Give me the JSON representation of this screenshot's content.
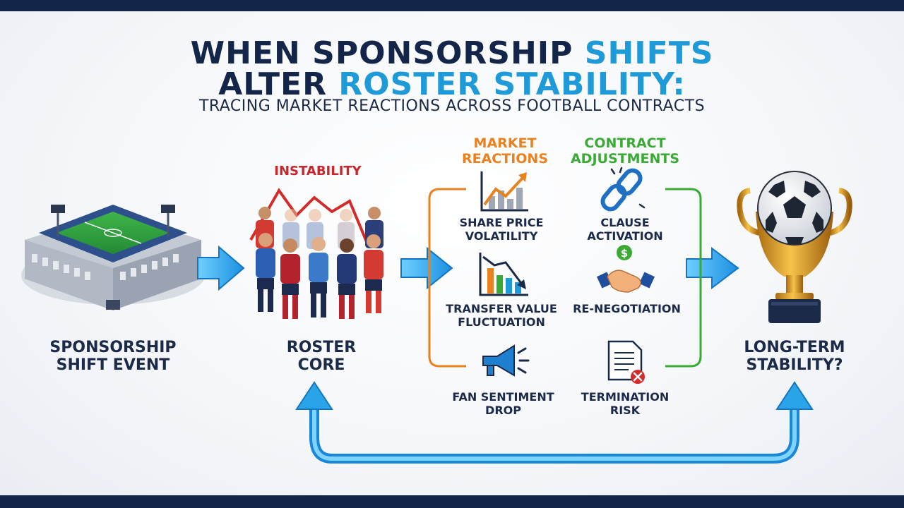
{
  "title": {
    "line1_a": "WHEN SPONSORSHIP ",
    "line1_b": "SHIFTS",
    "line2_a": "ALTER ",
    "line2_b": "ROSTER STABILITY:",
    "subtitle": "TRACING MARKET REACTIONS ACROSS FOOTBALL CONTRACTS"
  },
  "nodes": {
    "start": {
      "line1": "SPONSORSHIP",
      "line2": "SHIFT EVENT"
    },
    "roster": {
      "line1": "ROSTER",
      "line2": "CORE",
      "badge": "INSTABILITY"
    },
    "end": {
      "line1": "LONG-TERM",
      "line2": "STABILITY?"
    }
  },
  "market_reactions": {
    "header_l1": "MARKET",
    "header_l2": "REACTIONS",
    "items": [
      {
        "l1": "SHARE PRICE",
        "l2": "VOLATILITY",
        "icon": "rising-chart-icon"
      },
      {
        "l1": "TRANSFER VALUE",
        "l2": "FLUCTUATION",
        "icon": "falling-chart-icon"
      },
      {
        "l1": "FAN SENTIMENT",
        "l2": "DROP",
        "icon": "megaphone-icon"
      }
    ]
  },
  "contract_adjustments": {
    "header_l1": "CONTRACT",
    "header_l2": "ADJUSTMENTS",
    "items": [
      {
        "l1": "CLAUSE",
        "l2": "ACTIVATION",
        "icon": "broken-chain-icon"
      },
      {
        "l1": "RE-NEGOTIATION",
        "l2": "",
        "icon": "handshake-icon"
      },
      {
        "l1": "TERMINATION",
        "l2": "RISK",
        "icon": "document-x-icon"
      }
    ]
  },
  "colors": {
    "navy": "#14254a",
    "accent_blue": "#1f9ad8",
    "arrow_blue": "#2aa4e8",
    "orange": "#e8811e",
    "green": "#3aaa35",
    "red": "#d32a2a"
  }
}
